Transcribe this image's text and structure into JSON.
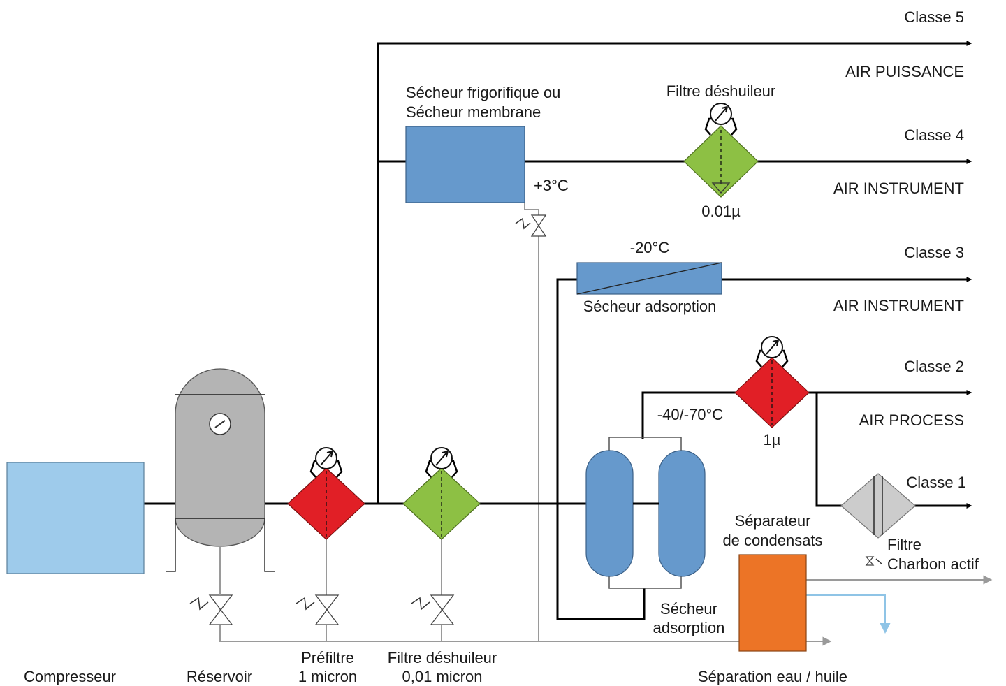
{
  "classes": {
    "c5": {
      "label": "Classe 5",
      "air": "AIR PUISSANCE"
    },
    "c4": {
      "label": "Classe 4",
      "air": "AIR INSTRUMENT"
    },
    "c3": {
      "label": "Classe 3",
      "air": "AIR INSTRUMENT"
    },
    "c2": {
      "label": "Classe 2",
      "air": "AIR PROCESS"
    },
    "c1": {
      "label": "Classe 1"
    }
  },
  "components": {
    "compresseur": "Compresseur",
    "reservoir": "Réservoir",
    "prefiltre": {
      "line1": "Préfiltre",
      "line2": "1 micron"
    },
    "filtre_deshuileur_bas": {
      "line1": "Filtre déshuileur",
      "line2": "0,01 micron"
    },
    "secheur_frigo": {
      "line1": "Sécheur frigorifique ou",
      "line2": "Sécheur membrane"
    },
    "secheur_frigo_temp": "+3°C",
    "filtre_deshuileur_haut": "Filtre déshuileur",
    "filtre_deshuileur_haut_rating": "0.01µ",
    "secheur_adsorption_haut": "Sécheur adsorption",
    "secheur_adsorption_haut_temp": "-20°C",
    "secheur_adsorption_bas": {
      "line1": "Sécheur",
      "line2": "adsorption"
    },
    "secheur_adsorption_bas_temp": "-40/-70°C",
    "filtre_1u": "1µ",
    "filtre_charbon": {
      "line1": "Filtre",
      "line2": "Charbon actif"
    },
    "separateur": {
      "line1": "Séparateur",
      "line2": "de condensats"
    },
    "separation": "Séparation eau / huile"
  },
  "colors": {
    "compressor": "#9ecbeb",
    "tank": "#b4b4b4",
    "filter_red": "#e11f26",
    "filter_green": "#8dc044",
    "dryer_blue": "#6699cc",
    "separator_orange": "#ec7426",
    "charcoal_filter": "#cccccc",
    "drain_gray": "#9a9a9a",
    "drain_blue": "#8fc4e6"
  }
}
